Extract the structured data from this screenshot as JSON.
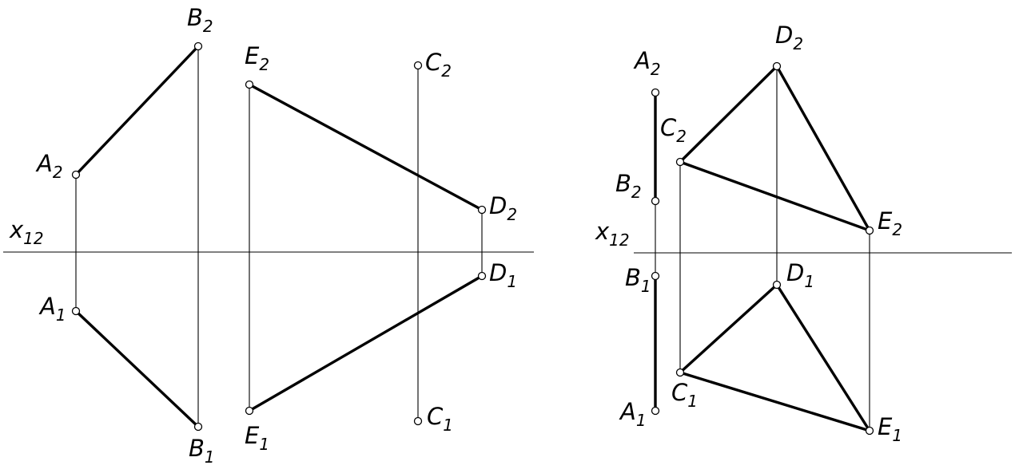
{
  "axis_label": {
    "main": "x",
    "sub": "12"
  },
  "left_figure": {
    "points": [
      {
        "id": "A2",
        "letter": "A",
        "index": "2"
      },
      {
        "id": "B2",
        "letter": "B",
        "index": "2"
      },
      {
        "id": "E2",
        "letter": "E",
        "index": "2"
      },
      {
        "id": "C2",
        "letter": "C",
        "index": "2"
      },
      {
        "id": "D2",
        "letter": "D",
        "index": "2"
      },
      {
        "id": "A1",
        "letter": "A",
        "index": "1"
      },
      {
        "id": "B1",
        "letter": "B",
        "index": "1"
      },
      {
        "id": "E1",
        "letter": "E",
        "index": "1"
      },
      {
        "id": "C1",
        "letter": "C",
        "index": "1"
      },
      {
        "id": "D1",
        "letter": "D",
        "index": "1"
      }
    ]
  },
  "right_figure": {
    "points": [
      {
        "id": "A2",
        "letter": "A",
        "index": "2"
      },
      {
        "id": "B2",
        "letter": "B",
        "index": "2"
      },
      {
        "id": "C2",
        "letter": "C",
        "index": "2"
      },
      {
        "id": "D2",
        "letter": "D",
        "index": "2"
      },
      {
        "id": "E2",
        "letter": "E",
        "index": "2"
      },
      {
        "id": "A1",
        "letter": "A",
        "index": "1"
      },
      {
        "id": "B1",
        "letter": "B",
        "index": "1"
      },
      {
        "id": "C1",
        "letter": "C",
        "index": "1"
      },
      {
        "id": "D1",
        "letter": "D",
        "index": "1"
      },
      {
        "id": "E1",
        "letter": "E",
        "index": "1"
      }
    ]
  }
}
